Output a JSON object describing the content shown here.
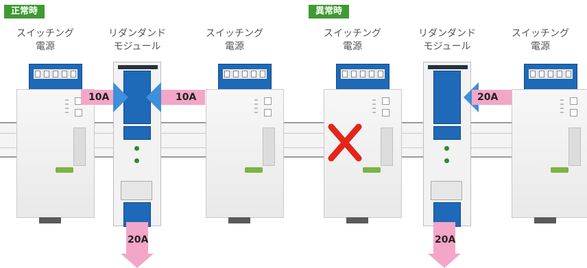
{
  "panels": [
    {
      "tag": "正常時",
      "captions": {
        "psu_left": [
          "スイッチング",
          "電源"
        ],
        "module": [
          "リダンダンド",
          "モジュール"
        ],
        "psu_right": [
          "スイッチング",
          "電源"
        ]
      },
      "arrows": [
        "10A",
        "10A",
        "20A"
      ],
      "left_psu_failed": false
    },
    {
      "tag": "異常時",
      "captions": {
        "psu_left": [
          "スイッチング",
          "電源"
        ],
        "module": [
          "リダンダンド",
          "モジュール"
        ],
        "psu_right": [
          "スイッチング",
          "電源"
        ]
      },
      "arrows": [
        "20A",
        "20A"
      ],
      "left_psu_failed": true
    }
  ],
  "colors": {
    "tag_bg": "#3f9a33",
    "arrow": "#f3a6c8",
    "terminal_blue": "#1e69b8",
    "fail_mark": "#e32619"
  }
}
